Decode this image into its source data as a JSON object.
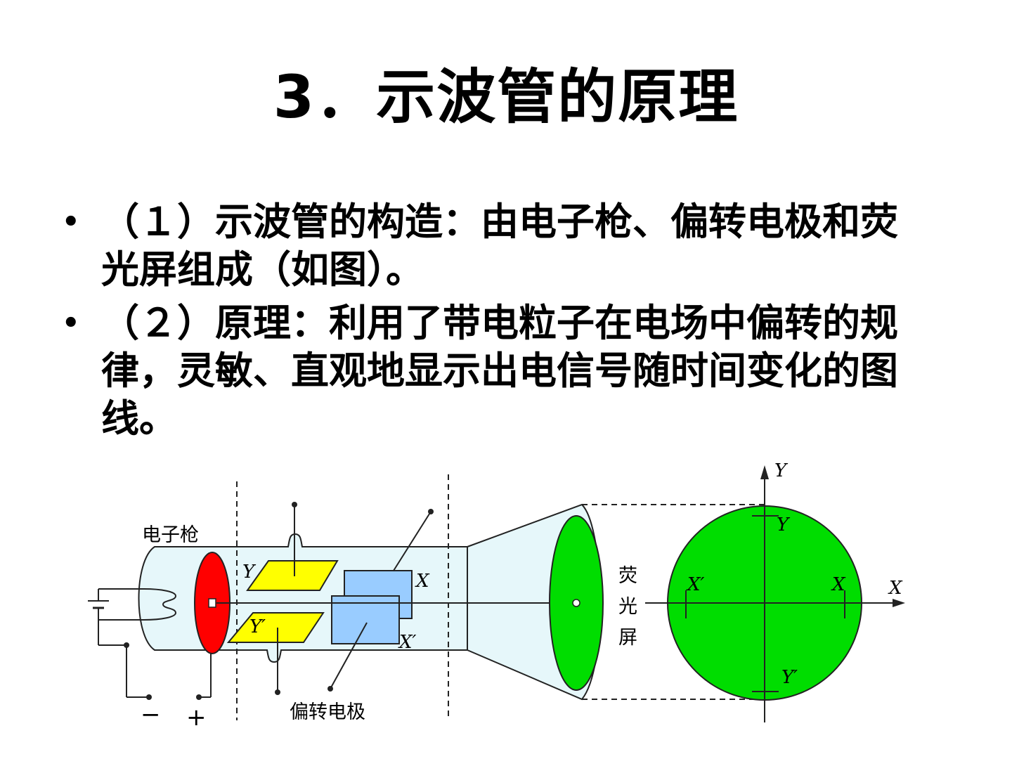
{
  "title": "3．示波管的原理",
  "bullets": [
    {
      "marker": "•",
      "text": "（１）示波管的构造：由电子枪、偏转电极和荧光屏组成（如图）。"
    },
    {
      "marker": "•",
      "text": "（２）原理：利用了带电粒子在电场中偏转的规律，灵敏、直观地显示出电信号随时间变化的图线。"
    }
  ],
  "diagram": {
    "electron_gun_label": "电子枪",
    "deflection_electrode_label": "偏转电极",
    "screen_label_chars": [
      "荧",
      "光",
      "屏"
    ],
    "minus_sign": "−",
    "plus_sign": "+",
    "plate_labels": {
      "y": "Y",
      "y_prime": "Y′",
      "x": "X",
      "x_prime": "X′"
    },
    "axis_labels": {
      "x": "X",
      "y": "Y"
    },
    "colors": {
      "cathode_disk": "#ff0000",
      "y_plates": "#ffff00",
      "x_plates": "#99ccff",
      "screen": "#00dd00",
      "tube_fill": "#e6f7fa"
    }
  }
}
